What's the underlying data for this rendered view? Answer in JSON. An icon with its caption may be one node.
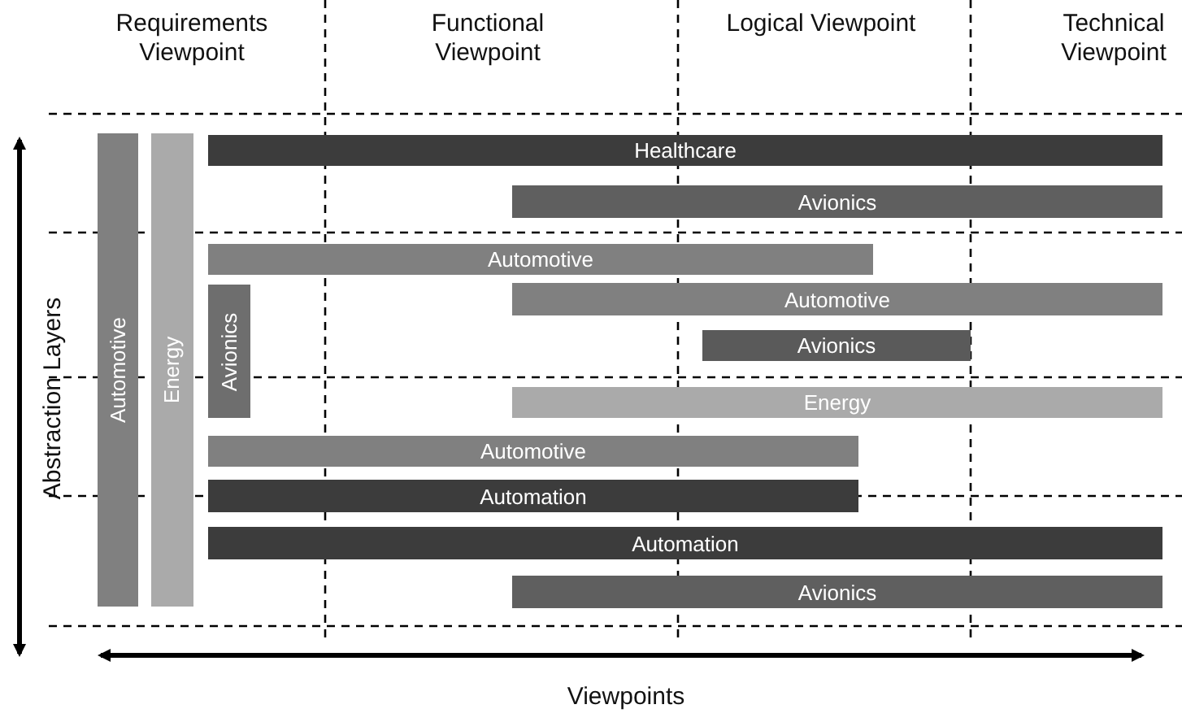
{
  "diagram": {
    "nodes": [
      {
        "text": [
          "Automotive"
        ]
      },
      {
        "text": [
          "Energy"
        ]
      },
      {
        "text": [
          "Healthcare"
        ]
      },
      {
        "text": [
          "Avionics"
        ]
      },
      {
        "text": [
          "Automotive"
        ]
      },
      {
        "text": [
          "Avionics"
        ]
      },
      {
        "text": [
          "Automotive"
        ]
      },
      {
        "text": [
          "Avionics"
        ]
      },
      {
        "text": [
          "Energy"
        ]
      },
      {
        "text": [
          "Automotive"
        ]
      },
      {
        "text": [
          "Automation"
        ]
      },
      {
        "text": [
          "Automation"
        ]
      },
      {
        "text": [
          "Avionics"
        ]
      }
    ],
    "edges": [],
    "labels": [
      "Requirements Viewpoint",
      "Functional Viewpoint",
      "Logical Viewpoint",
      "Technical Viewpoint",
      "Abstraction Layers",
      "Viewpoints"
    ]
  }
}
